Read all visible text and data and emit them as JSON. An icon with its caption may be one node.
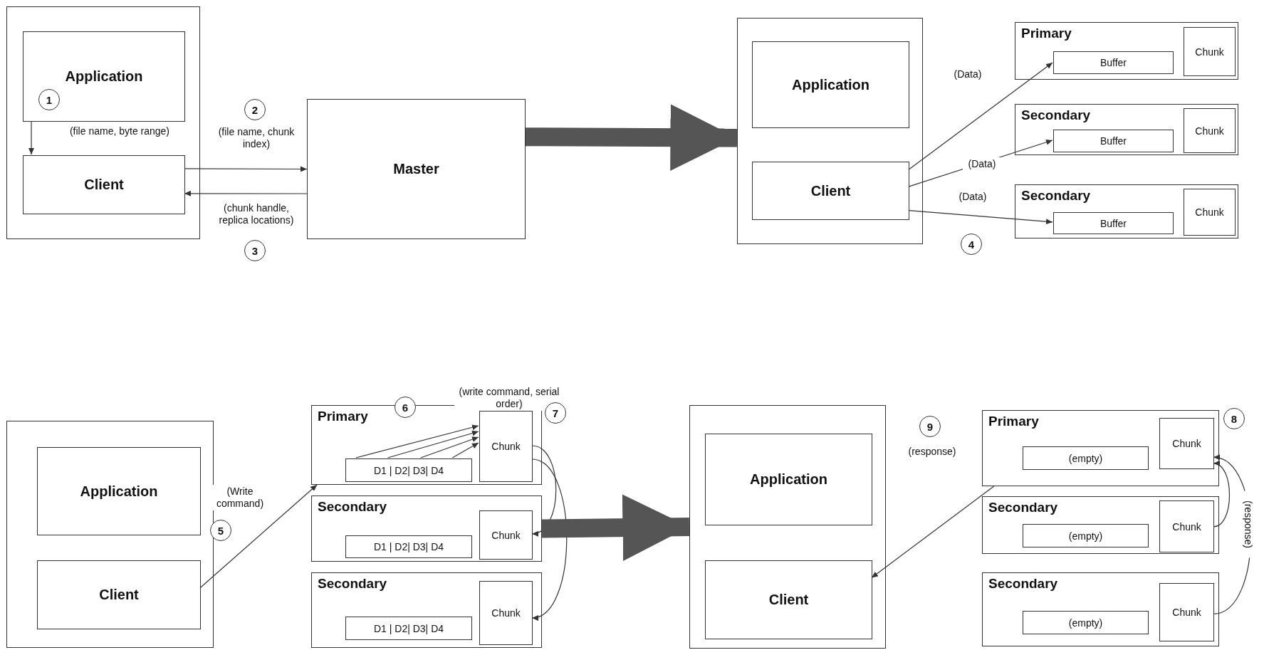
{
  "diagram": {
    "nodes": [
      {
        "text": [],
        "shape": "box"
      },
      {
        "text": [
          "Application"
        ],
        "in": 0
      },
      {
        "text": [
          "Client"
        ],
        "in": 0
      },
      {
        "text": [
          "Master"
        ]
      },
      {
        "text": [],
        "shape": "box"
      },
      {
        "text": [
          "Application"
        ],
        "in": 4
      },
      {
        "text": [
          "Client"
        ],
        "in": 4
      },
      {
        "text": [
          "Primary"
        ]
      },
      {
        "text": [
          "Buffer"
        ],
        "in": 7
      },
      {
        "text": [
          "Chunk"
        ],
        "in": 7
      },
      {
        "text": [
          "Secondary"
        ]
      },
      {
        "text": [
          "Buffer"
        ],
        "in": 10
      },
      {
        "text": [
          "Chunk"
        ],
        "in": 10
      },
      {
        "text": [
          "Secondary"
        ]
      },
      {
        "text": [
          "Buffer"
        ],
        "in": 13
      },
      {
        "text": [
          "Chunk"
        ],
        "in": 13
      },
      {
        "text": [],
        "shape": "box"
      },
      {
        "text": [
          "Application"
        ],
        "in": 16
      },
      {
        "text": [
          "Client"
        ],
        "in": 16
      },
      {
        "text": [
          "Primary"
        ]
      },
      {
        "text": [
          "D1 | D2| D3| D4"
        ],
        "in": 19
      },
      {
        "text": [
          "Chunk"
        ],
        "in": 19
      },
      {
        "text": [
          "Secondary"
        ]
      },
      {
        "text": [
          "D1 | D2| D3| D4"
        ],
        "in": 22
      },
      {
        "text": [
          "Chunk"
        ],
        "in": 22
      },
      {
        "text": [
          "Secondary"
        ]
      },
      {
        "text": [
          "D1 | D2| D3| D4"
        ],
        "in": 25
      },
      {
        "text": [
          "Chunk"
        ],
        "in": 25
      },
      {
        "text": [],
        "shape": "box"
      },
      {
        "text": [
          "Application"
        ],
        "in": 28
      },
      {
        "text": [
          "Client"
        ],
        "in": 28
      },
      {
        "text": [
          "Primary"
        ]
      },
      {
        "text": [
          "(empty)"
        ],
        "in": 31
      },
      {
        "text": [
          "Chunk"
        ],
        "in": 31
      },
      {
        "text": [
          "Secondary"
        ]
      },
      {
        "text": [
          "(empty)"
        ],
        "in": 34
      },
      {
        "text": [
          "Chunk"
        ],
        "in": 34
      },
      {
        "text": [
          "Secondary"
        ]
      },
      {
        "text": [
          "(empty)"
        ],
        "in": 37
      },
      {
        "text": [
          "Chunk"
        ],
        "in": 37
      }
    ],
    "edges": [
      {
        "from": 1,
        "to": 2,
        "arrow": "to",
        "label": "(file name, byte range)"
      },
      {
        "from": 2,
        "to": 3,
        "arrow": "to",
        "label": "(file name, chunk index)"
      },
      {
        "from": 3,
        "to": 2,
        "arrow": "to",
        "label": "(chunk handle, replica locations)"
      },
      {
        "from": 3,
        "to": 4,
        "arrow": "to",
        "style": "thick",
        "color": "#555555"
      },
      {
        "from": 6,
        "to": 8,
        "arrow": "to",
        "label": "(Data)"
      },
      {
        "from": 6,
        "to": 11,
        "arrow": "to",
        "label": "(Data)"
      },
      {
        "from": 6,
        "to": 14,
        "arrow": "to",
        "label": "(Data)"
      },
      {
        "from": 18,
        "to": 19,
        "arrow": "to",
        "label": "(Write command)"
      },
      {
        "from": 20,
        "to": 21,
        "arrow": "to"
      },
      {
        "from": 20,
        "to": 21,
        "arrow": "to"
      },
      {
        "from": 20,
        "to": 21,
        "arrow": "to"
      },
      {
        "from": 20,
        "to": 21,
        "arrow": "to"
      },
      {
        "from": 21,
        "to": 24,
        "arrow": "to",
        "label": "(write command, serial order)"
      },
      {
        "from": 21,
        "to": 27,
        "arrow": "to"
      },
      {
        "from": 22,
        "to": 28,
        "arrow": "to",
        "style": "thick",
        "color": "#555555"
      },
      {
        "from": 31,
        "to": 30,
        "arrow": "to",
        "label": "(response)"
      },
      {
        "from": 36,
        "to": 33,
        "arrow": "to",
        "label": "(response)"
      },
      {
        "from": 39,
        "to": 33,
        "arrow": "to"
      }
    ],
    "labels": [
      "1",
      "2",
      "3",
      "4",
      "5",
      "6",
      "7",
      "8",
      "9"
    ]
  }
}
